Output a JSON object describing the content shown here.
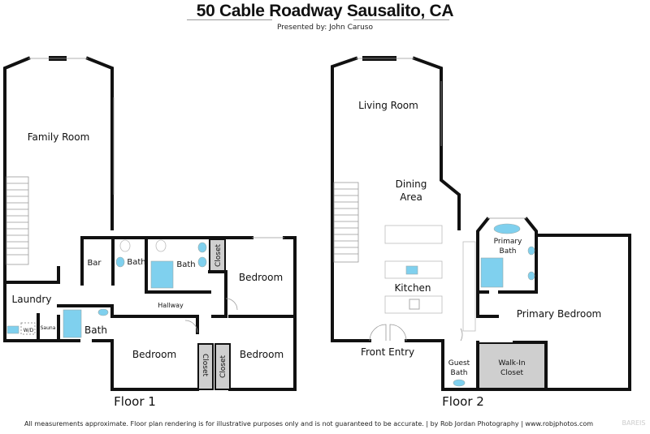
{
  "header": {
    "title": "50 Cable Roadway Sausalito, CA",
    "presenter": "Presented by: John Caruso"
  },
  "floor1": {
    "label": "Floor 1",
    "rooms": {
      "family_room": "Family Room",
      "bar": "Bar",
      "bath_a": "Bath",
      "bath_b": "Bath",
      "closet_a": "Closet",
      "bedroom_a": "Bedroom",
      "laundry": "Laundry",
      "hallway": "Hallway",
      "wd": "W/D",
      "sauna": "Sauna",
      "bath_c": "Bath",
      "bedroom_b": "Bedroom",
      "closet_b": "Closet",
      "closet_c": "Closet",
      "bedroom_c": "Bedroom"
    }
  },
  "floor2": {
    "label": "Floor 2",
    "rooms": {
      "living_room": "Living Room",
      "dining_line1": "Dining",
      "dining_line2": "Area",
      "kitchen": "Kitchen",
      "primary_bath_line1": "Primary",
      "primary_bath_line2": "Bath",
      "primary_bedroom": "Primary Bedroom",
      "front_entry": "Front Entry",
      "guest_bath_line1": "Guest",
      "guest_bath_line2": "Bath",
      "walkin_line1": "Walk-In",
      "walkin_line2": "Closet"
    }
  },
  "footer": {
    "disclaimer": "All measurements approximate. Floor plan rendering is for illustrative purposes only and is not guaranteed to be accurate. | by Rob Jordan Photography | www.robjphotos.com"
  },
  "watermark": "BAREIS MLS",
  "colors": {
    "fixture": "#7fd0ee",
    "closet": "#cfcfcf",
    "wall": "#111111"
  }
}
